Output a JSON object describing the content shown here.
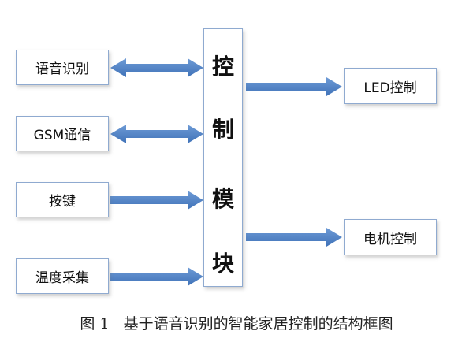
{
  "diagram": {
    "inputs": [
      {
        "label": "语音识别",
        "bidirectional": true
      },
      {
        "label": "GSM通信",
        "bidirectional": true
      },
      {
        "label": "按键",
        "bidirectional": false
      },
      {
        "label": "温度采集",
        "bidirectional": false
      }
    ],
    "control_module": {
      "chars": [
        "控",
        "制",
        "模",
        "块"
      ]
    },
    "outputs": [
      {
        "label": "LED控制"
      },
      {
        "label": "电机控制"
      }
    ],
    "arrow_color": "#4a7ec2"
  },
  "caption": {
    "figure_number": "图 1",
    "text": "基于语音识别的智能家居控制的结构框图"
  }
}
